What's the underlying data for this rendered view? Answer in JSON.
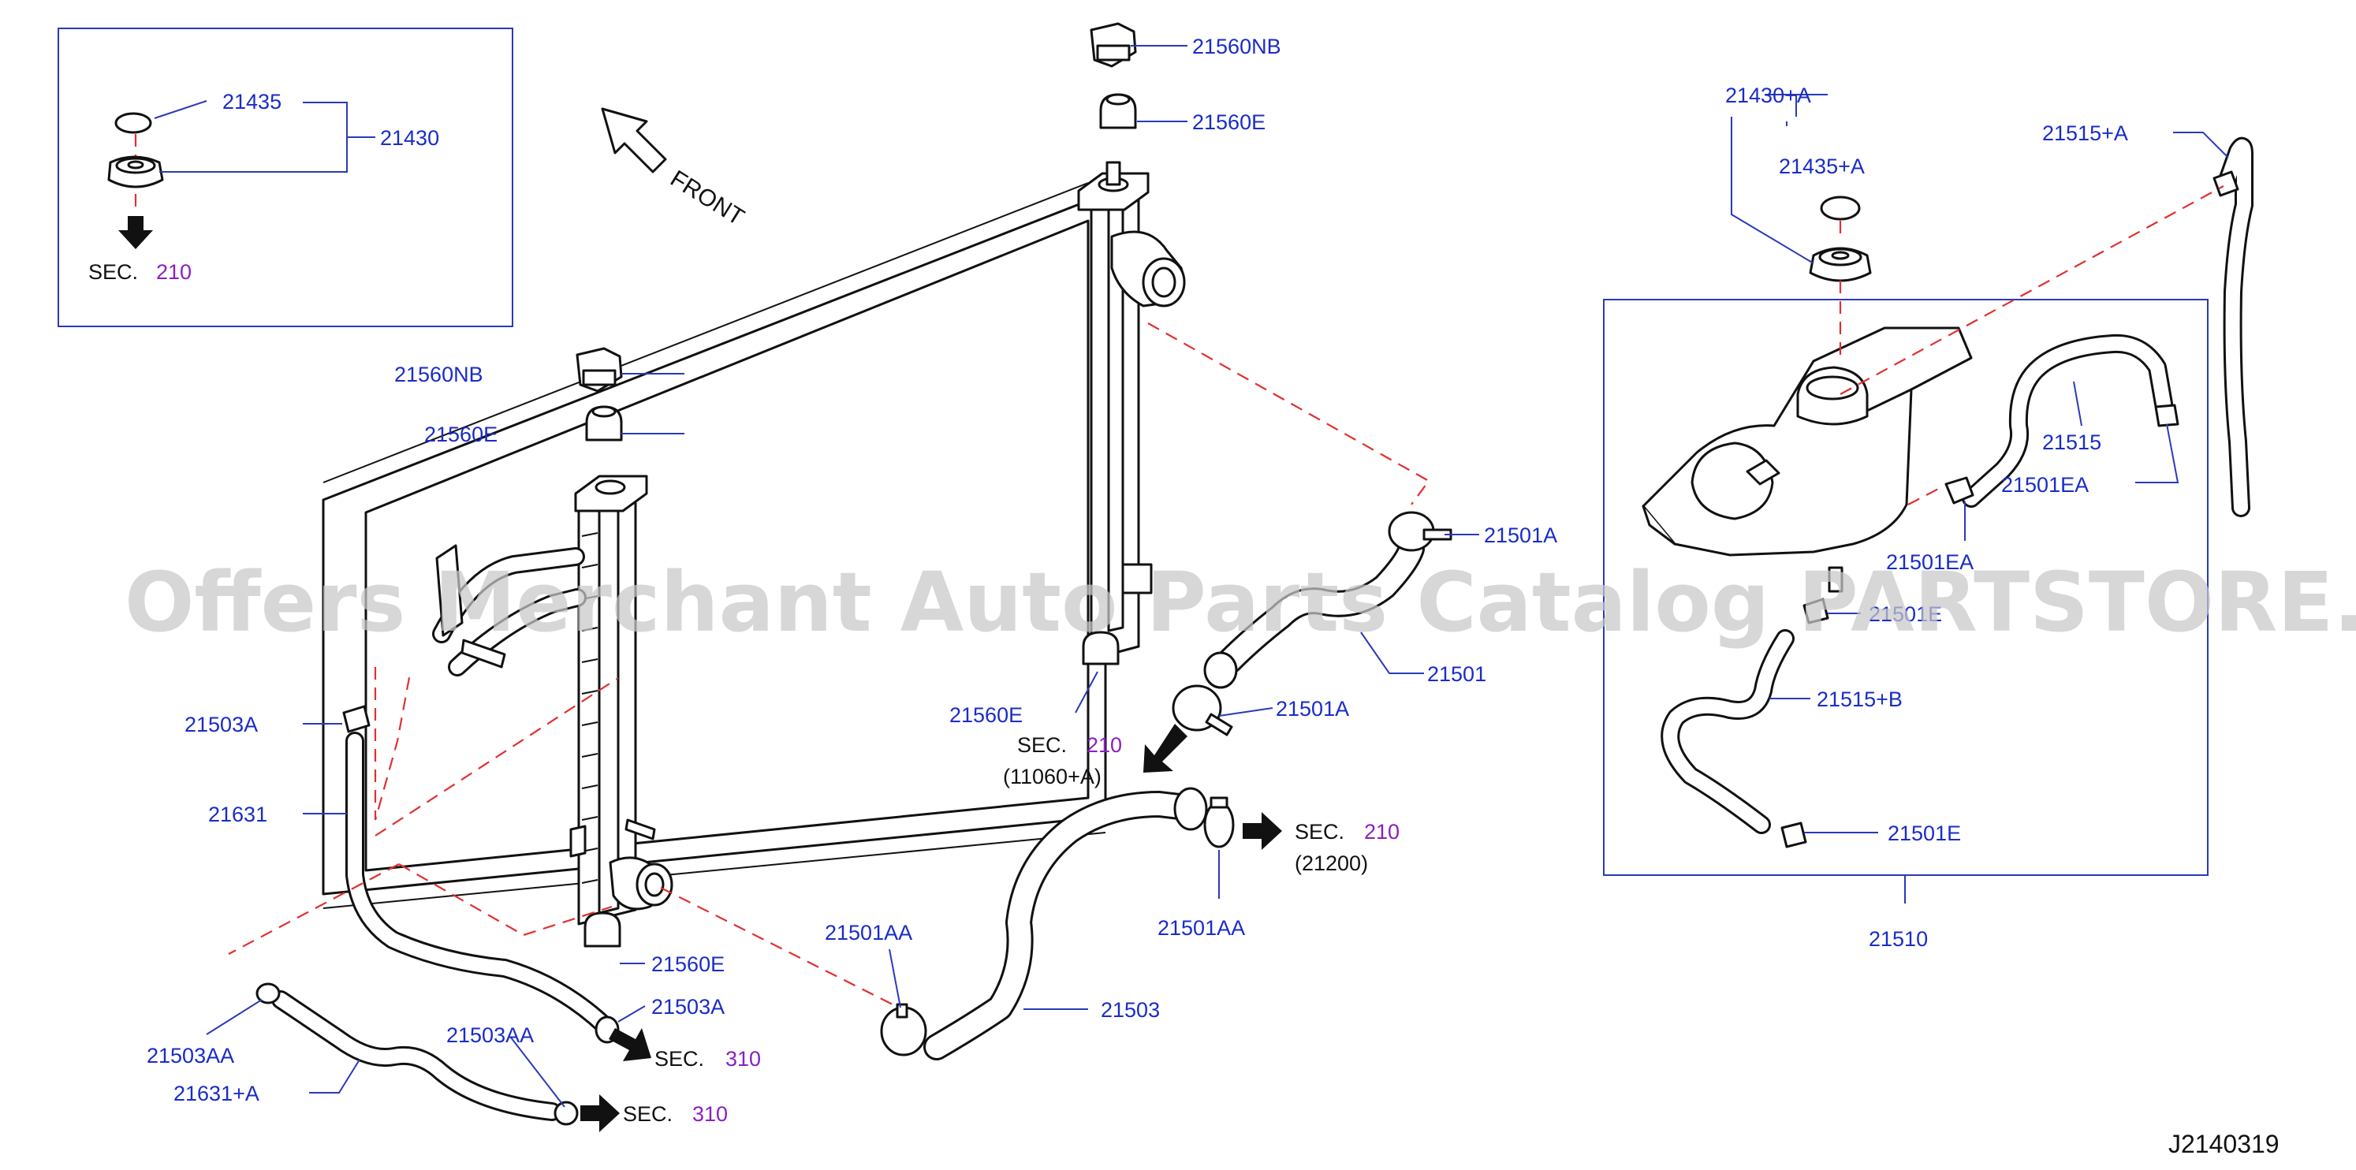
{
  "labels": {
    "p21435": "21435",
    "p21430": "21430",
    "p21560NB_top": "21560NB",
    "p21560E_top": "21560E",
    "p21560NB_left": "21560NB",
    "p21560E_left": "21560E",
    "p21501A_upper": "21501A",
    "p21501": "21501",
    "p21501A_lower": "21501A",
    "p21560E_mid": "21560E",
    "p21503A_left": "21503A",
    "p21631": "21631",
    "p21560E_bottom": "21560E",
    "p21503A_bottom": "21503A",
    "p21503AA_left": "21503AA",
    "p21503AA_mid": "21503AA",
    "p21631A": "21631+A",
    "p21501AA_left": "21501AA",
    "p21501AA_right": "21501AA",
    "p21503": "21503",
    "p21430A": "21430+A",
    "p21435A": "21435+A",
    "p21515A": "21515+A",
    "p21515": "21515",
    "p21501EA_right": "21501EA",
    "p21501EA_mid": "21501EA",
    "p21501E_upper": "21501E",
    "p21515B": "21515+B",
    "p21501E_lower": "21501E",
    "p21510": "21510"
  },
  "sections": {
    "inset": {
      "word": "SEC.",
      "number": "210"
    },
    "sec210_radiator": {
      "word": "SEC.",
      "number": "210",
      "ref": "(11060+A)"
    },
    "sec210_hose": {
      "word": "SEC.",
      "number": "210",
      "ref": "(21200)"
    },
    "sec310_upper": {
      "word": "SEC.",
      "number": "310"
    },
    "sec310_lower": {
      "word": "SEC.",
      "number": "310"
    }
  },
  "front_label": "FRONT",
  "diagram_code": "J2140319",
  "watermark": "Offers Merchant Auto Parts Catalog PARTSTORE.SA",
  "colors": {
    "part_number": "#1a2cc8",
    "section_number": "#8a1fc0",
    "leader_line": "#2a3ab8",
    "dashed_line": "#e03030",
    "outline": "#111111",
    "watermark": "#c8c8c8"
  }
}
